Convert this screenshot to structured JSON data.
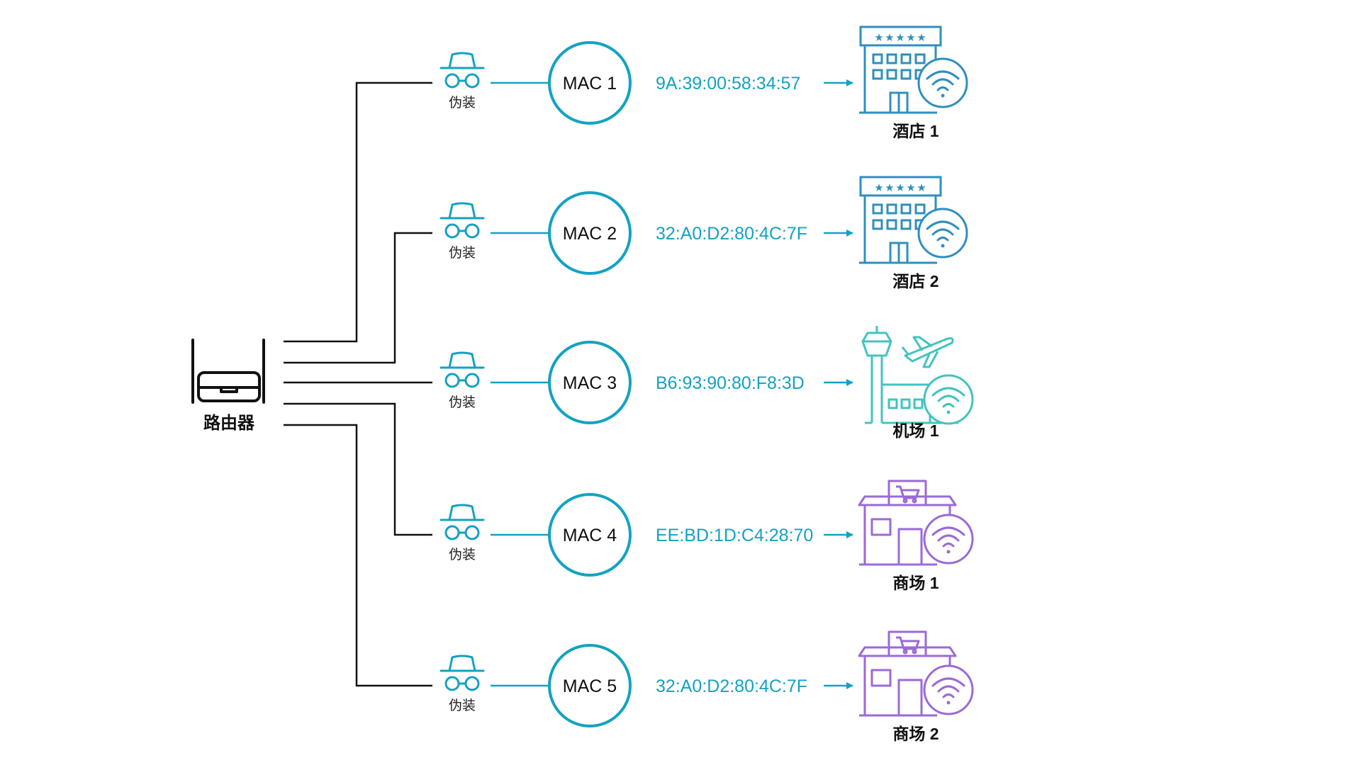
{
  "router": {
    "label": "路由器",
    "icon": "router-icon"
  },
  "disguise_label": "伪装",
  "colors": {
    "line": "#111111",
    "accent": "#13a2c2",
    "hotel": "#2f8fbe",
    "airport": "#43c3c0",
    "mall": "#9b6ad8"
  },
  "branches": [
    {
      "mac": "MAC 1",
      "address": "9A:39:00:58:34:57",
      "destination": "酒店 1",
      "kind": "hotel",
      "disguise": "伪装",
      "icon": "hotel-wifi-icon"
    },
    {
      "mac": "MAC 2",
      "address": "32:A0:D2:80:4C:7F",
      "destination": "酒店 2",
      "kind": "hotel",
      "disguise": "伪装",
      "icon": "hotel-wifi-icon"
    },
    {
      "mac": "MAC 3",
      "address": "B6:93:90:80:F8:3D",
      "destination": "机场 1",
      "kind": "airport",
      "disguise": "伪装",
      "icon": "airport-wifi-icon"
    },
    {
      "mac": "MAC 4",
      "address": "EE:BD:1D:C4:28:70",
      "destination": "商场 1",
      "kind": "mall",
      "disguise": "伪装",
      "icon": "mall-wifi-icon"
    },
    {
      "mac": "MAC 5",
      "address": "32:A0:D2:80:4C:7F",
      "destination": "商场 2",
      "kind": "mall",
      "disguise": "伪装",
      "icon": "mall-wifi-icon"
    }
  ]
}
